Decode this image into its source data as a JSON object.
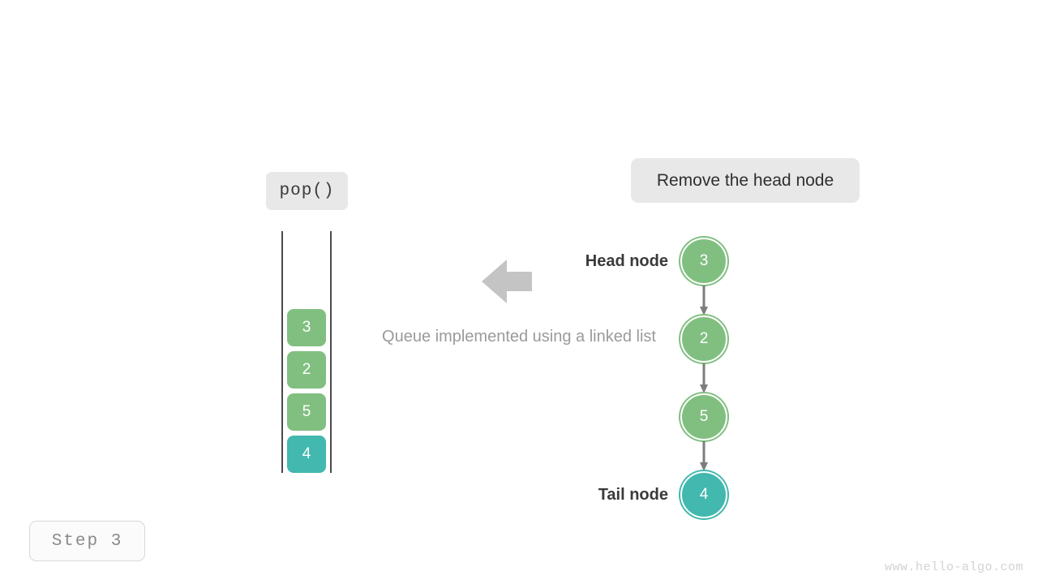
{
  "operation": {
    "label": "pop()"
  },
  "action": {
    "label": "Remove the head node"
  },
  "caption": {
    "text": "Queue implemented using a linked list"
  },
  "queue": {
    "blocks": [
      {
        "value": "3",
        "color": "#81bf81",
        "tone": "green"
      },
      {
        "value": "2",
        "color": "#81bf81",
        "tone": "green"
      },
      {
        "value": "5",
        "color": "#81bf81",
        "tone": "green"
      },
      {
        "value": "4",
        "color": "#42b8ae",
        "tone": "teal"
      }
    ]
  },
  "linked_list": {
    "head_label": "Head node",
    "tail_label": "Tail node",
    "nodes": [
      {
        "value": "3",
        "color": "#81bf81",
        "tone": "green"
      },
      {
        "value": "2",
        "color": "#81bf81",
        "tone": "green"
      },
      {
        "value": "5",
        "color": "#81bf81",
        "tone": "green"
      },
      {
        "value": "4",
        "color": "#42b8ae",
        "tone": "teal"
      }
    ],
    "connector_count": 3
  },
  "flow_arrow": {
    "direction": "left",
    "color": "#c4c4c4"
  },
  "step": {
    "label": "Step 3"
  },
  "watermark": {
    "text": "www.hello-algo.com"
  },
  "colors": {
    "green": "#81bf81",
    "teal": "#42b8ae",
    "pill_bg": "#e8e8e8",
    "rail": "#4a4a4a",
    "connector": "#7d7d7d",
    "caption_text": "#9a9a9a",
    "label_text": "#3a3a3a",
    "background": "#ffffff"
  }
}
